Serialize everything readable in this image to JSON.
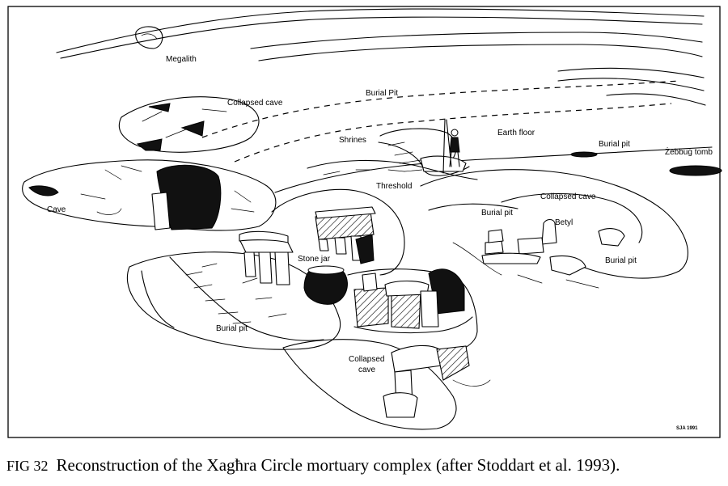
{
  "labels": {
    "megalith": "Megalith",
    "collapsed_cave_top": "Collapsed cave",
    "burial_pit_top": "Burial Pit",
    "shrines": "Shrines",
    "earth_floor": "Earth floor",
    "burial_pit_right_top": "Burial pit",
    "zebbug_tomb": "Żebbuġ tomb",
    "threshold": "Threshold",
    "cave": "Cave",
    "collapsed_cave_right": "Collapsed cave",
    "burial_pit_right": "Burial pit",
    "betyl": "Betyl",
    "stone_jar": "Stone jar",
    "burial_pit_right_bottom": "Burial pit",
    "burial_pit_left": "Burial pit",
    "collapsed_cave_bottom_line1": "Collapsed",
    "collapsed_cave_bottom_line2": "cave",
    "signature": "SJA 1991"
  },
  "caption": {
    "fig_number": "FIG 32",
    "text": "Reconstruction of the Xagħra Circle mortuary complex (after Stoddart et al. 1993)."
  }
}
